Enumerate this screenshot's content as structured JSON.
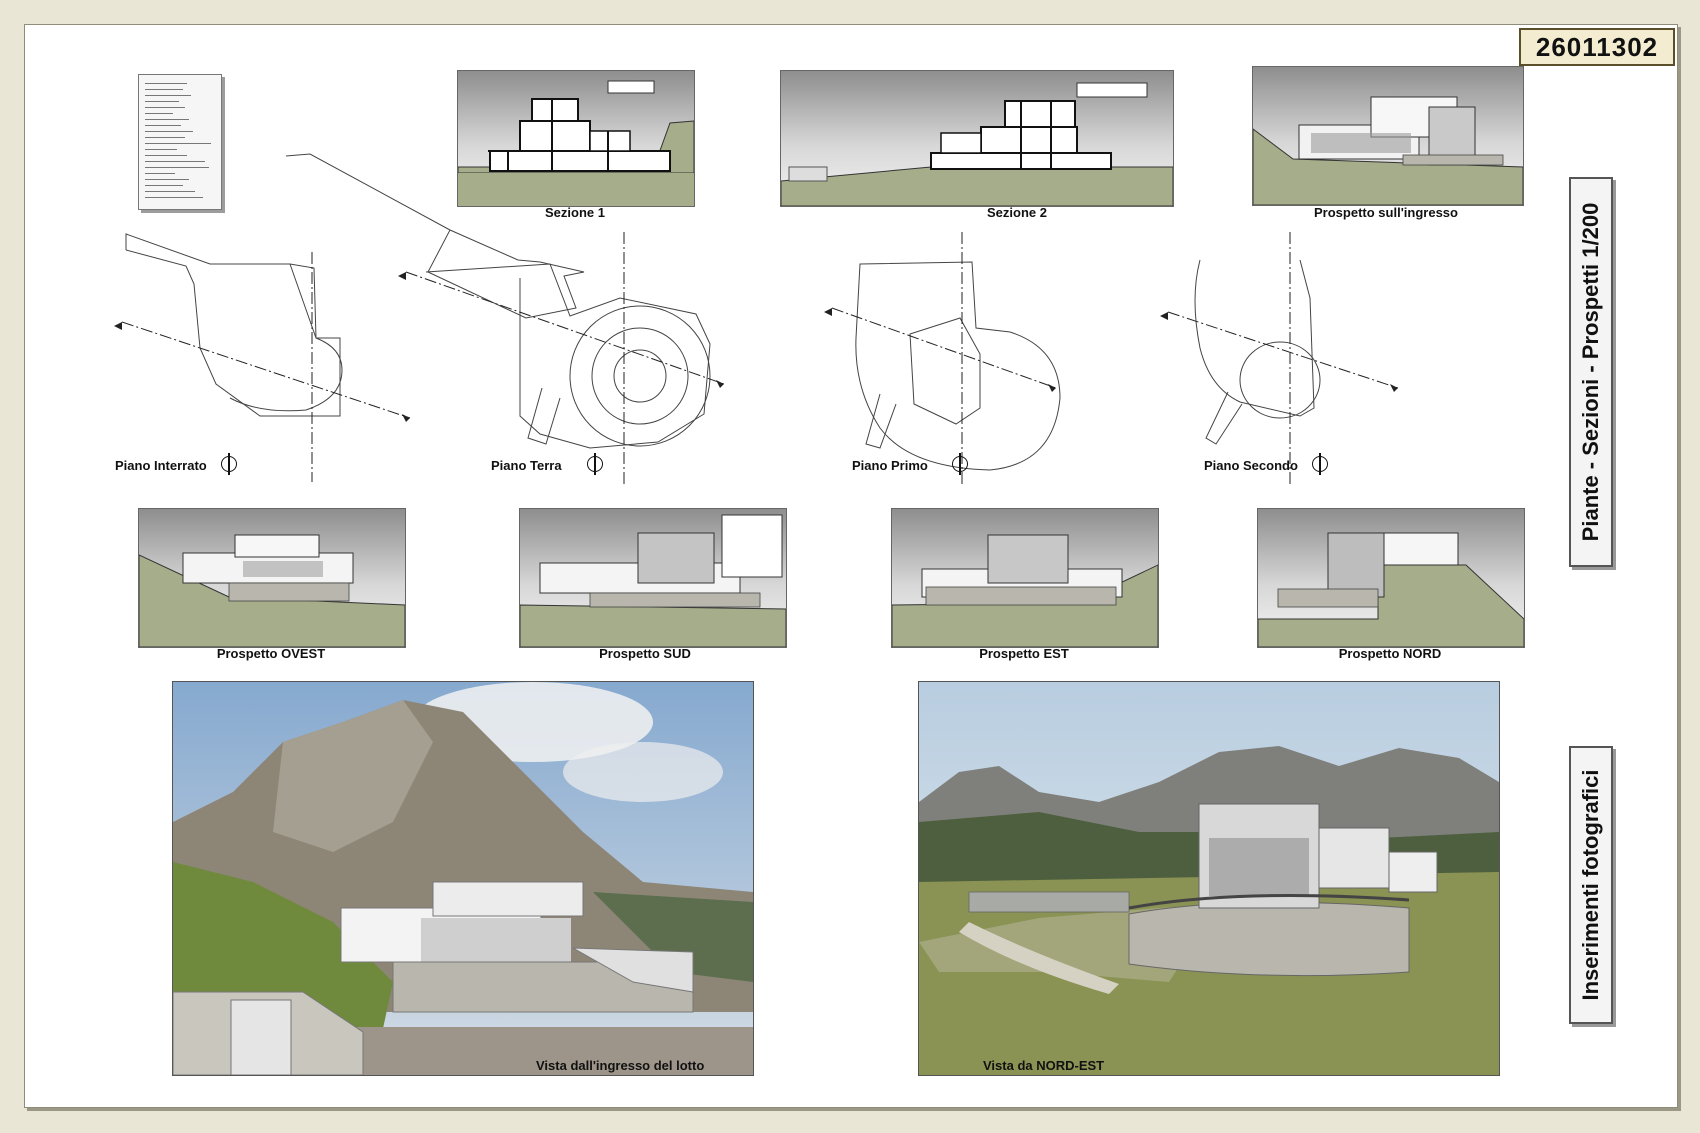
{
  "project_code": "26011302",
  "titles": {
    "drawings": "Piante - Sezioni - Prospetti   1/200",
    "photos": "Inserimenti fotografici"
  },
  "sections": [
    {
      "caption": "Sezione  1"
    },
    {
      "caption": "Sezione  2"
    }
  ],
  "entrance_elevation": {
    "caption": "Prospetto sull'ingresso"
  },
  "plans": [
    {
      "caption": "Piano Interrato"
    },
    {
      "caption": "Piano Terra"
    },
    {
      "caption": "Piano Primo"
    },
    {
      "caption": "Piano Secondo"
    }
  ],
  "elevations": [
    {
      "caption": "Prospetto  OVEST"
    },
    {
      "caption": "Prospetto  SUD"
    },
    {
      "caption": "Prospetto  EST"
    },
    {
      "caption": "Prospetto  NORD"
    }
  ],
  "photos": [
    {
      "caption": "Vista dall'ingresso del lotto"
    },
    {
      "caption": "Vista da  NORD-EST"
    }
  ],
  "colors": {
    "terrain": "#a5ad8a",
    "stone": "#b9b7ad",
    "sky": "#9fb6d0",
    "grass": "#6f8a3c",
    "rock": "#8d8677"
  }
}
